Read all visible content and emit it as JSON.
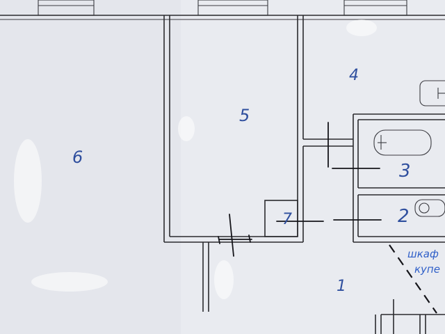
{
  "rooms": [
    {
      "id": "1",
      "label": "1"
    },
    {
      "id": "2",
      "label": "2"
    },
    {
      "id": "3",
      "label": "3"
    },
    {
      "id": "4",
      "label": "4"
    },
    {
      "id": "5",
      "label": "5"
    },
    {
      "id": "6",
      "label": "6"
    },
    {
      "id": "7",
      "label": "7"
    }
  ],
  "handwritten_note": {
    "line1": "шкаф",
    "line2": "купе"
  },
  "colors": {
    "paper": "#e9ebf0",
    "lines": "#2a2a2e",
    "annotation_ink": "#2f4f9e"
  }
}
